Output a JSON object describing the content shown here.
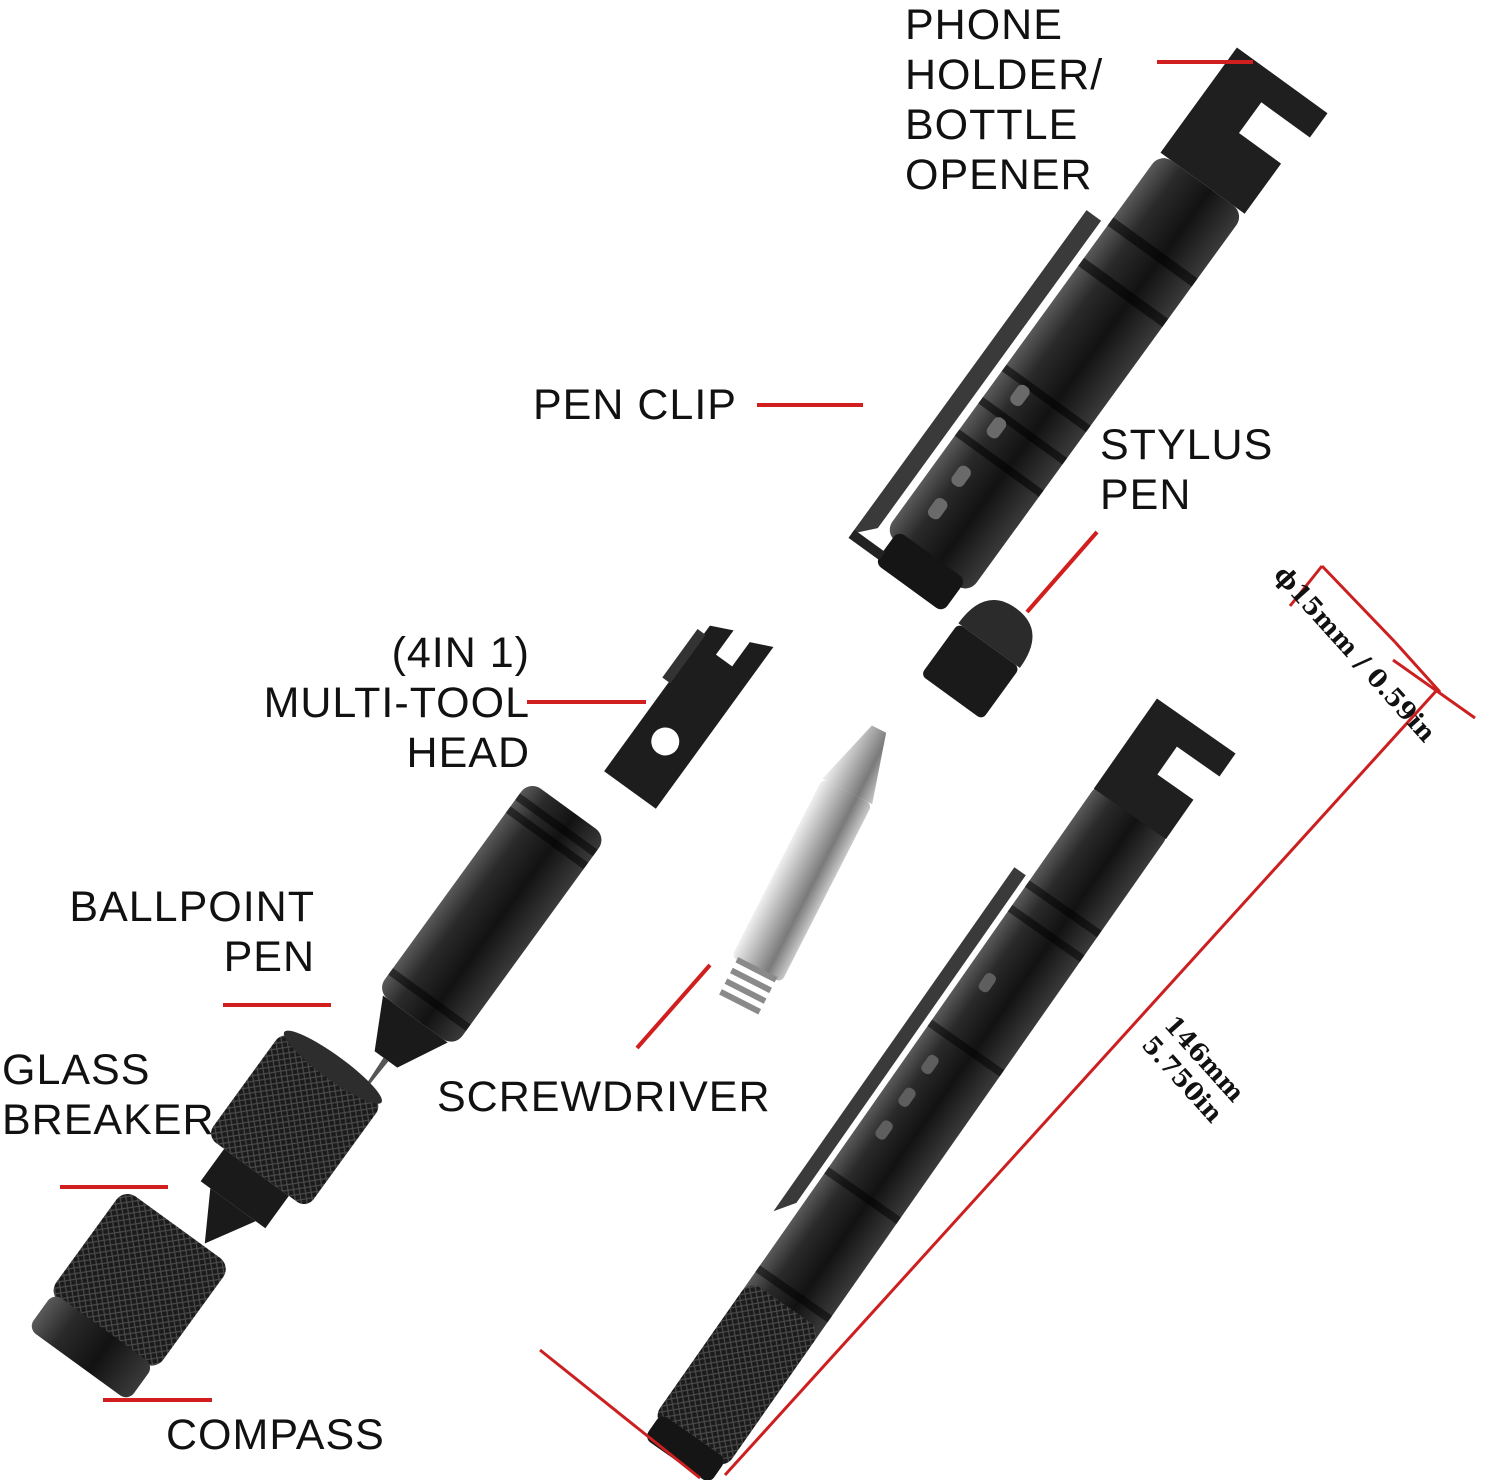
{
  "labels": {
    "phone_holder": [
      "PHONE",
      "HOLDER/",
      "BOTTLE",
      "OPENER"
    ],
    "pen_clip": "PEN CLIP",
    "stylus_pen": [
      "STYLUS",
      "PEN"
    ],
    "multi_tool": [
      "(4IN 1)",
      "MULTI-TOOL",
      "HEAD"
    ],
    "ballpoint_pen": [
      "BALLPOINT",
      "PEN"
    ],
    "glass_breaker": [
      "GLASS",
      "BREAKER"
    ],
    "screwdriver": "SCREWDRIVER",
    "compass": "COMPASS"
  },
  "dimensions": {
    "diameter": "ϕ15mm / 0.59in",
    "length_mm": "146mm",
    "length_in": "5.750in"
  },
  "colors": {
    "leader": "#d11f1f",
    "dimension_line": "#cc2020",
    "body": "#1c1c1c",
    "screwdriver": "#a9a9a9"
  }
}
